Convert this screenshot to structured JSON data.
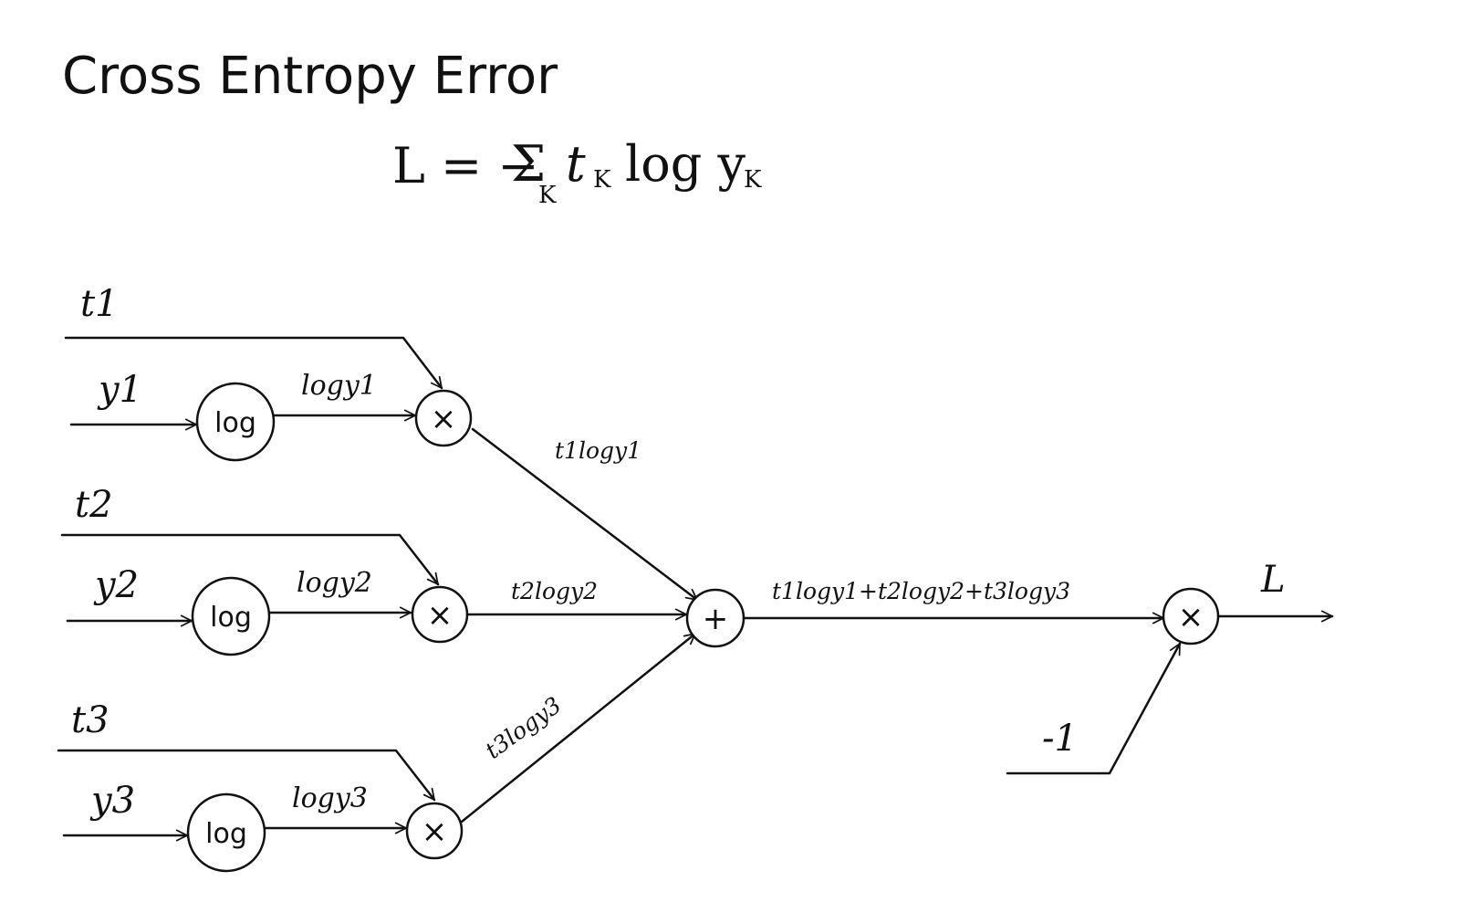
{
  "title": "Cross Entropy Error",
  "formula": {
    "main": "L = −",
    "sigma": "Σ",
    "sigma_sub": "K",
    "rest": "t",
    "rest_sub": "K",
    "log": "log y",
    "log_sub": "K"
  },
  "inputs": {
    "t1": "t1",
    "y1": "y1",
    "t2": "t2",
    "y2": "y2",
    "t3": "t3",
    "y3": "y3",
    "minus_one": "-1"
  },
  "nodes": {
    "log": "log",
    "multiply": "×",
    "add": "+"
  },
  "edge_labels": {
    "logy1": "logy1",
    "logy2": "logy2",
    "logy3": "logy3",
    "t1logy1": "t1logy1",
    "t2logy2": "t2logy2",
    "t3logy3": "t3logy3",
    "sum": "t1logy1+t2logy2+t3logy3",
    "output": "L"
  }
}
